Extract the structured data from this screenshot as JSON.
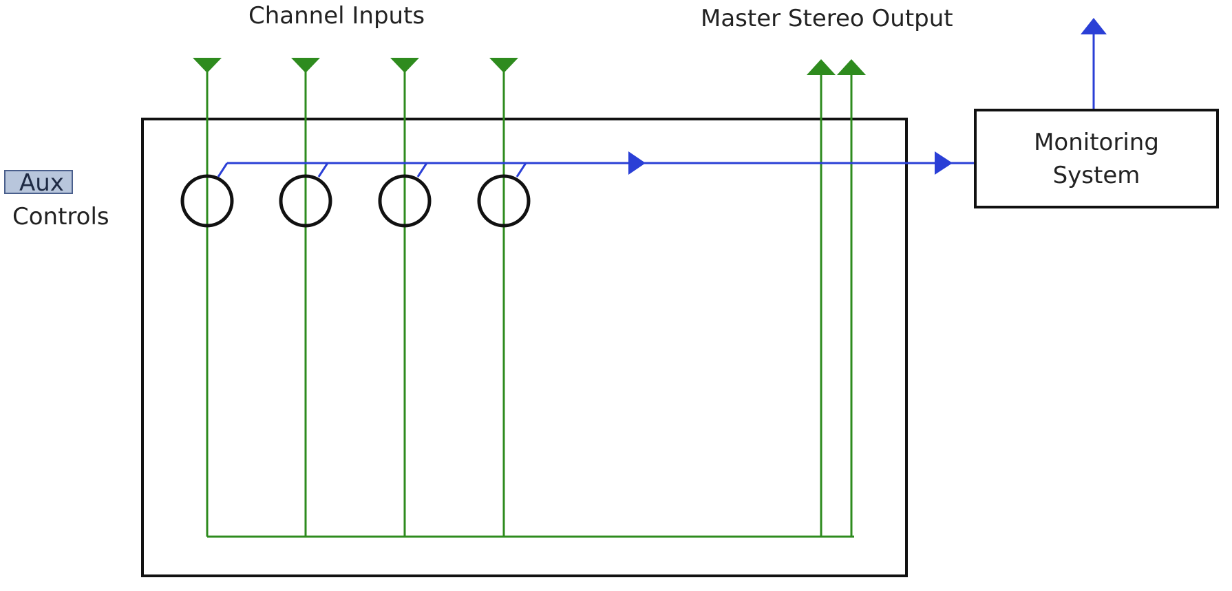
{
  "labels": {
    "channel_inputs": "Channel Inputs",
    "master_stereo_output": "Master Stereo Output",
    "aux": "Aux",
    "controls": "Controls",
    "monitoring_line1": "Monitoring",
    "monitoring_line2": "System"
  },
  "colors": {
    "signal_path": "#2e8b1e",
    "aux_send": "#2a3fd6",
    "outline": "#111111",
    "aux_highlight": "#b8c6dc"
  },
  "channel_count": 4,
  "master_output_count": 2
}
